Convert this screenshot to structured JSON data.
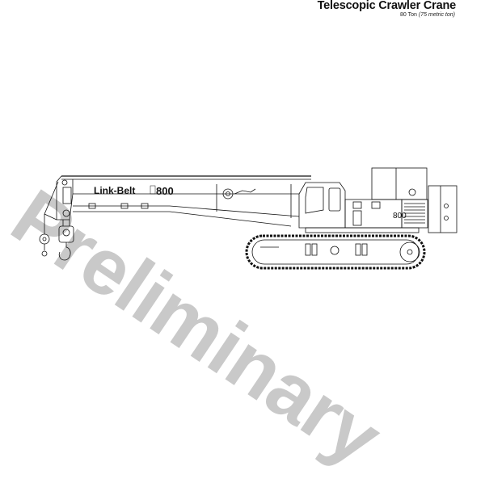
{
  "header": {
    "title": "Telescopic Crawler Crane",
    "subtitle_capacity": "80 Ton",
    "subtitle_metric": "(75 metric ton)"
  },
  "watermark": {
    "text": "Preliminary",
    "color": "#c9c9c9"
  },
  "drawing": {
    "boom_brand_label": "Link-Belt",
    "boom_model_label": "800",
    "counterweight_model_label": "800",
    "line_color": "#111111"
  }
}
